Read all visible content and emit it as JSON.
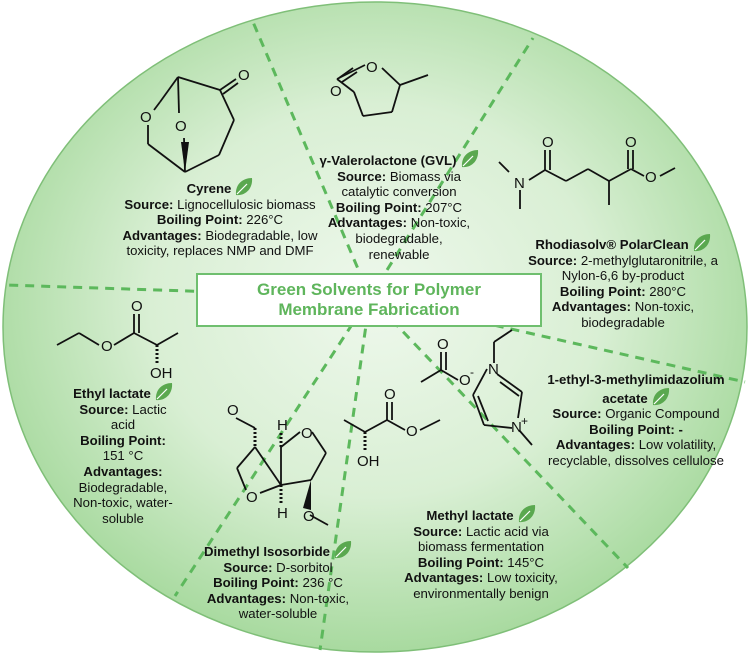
{
  "colors": {
    "fill_edge": "#a6d99d",
    "fill_center": "#eef8ec",
    "divider": "#5cb85c",
    "leaf": "#5aa84f",
    "title": "#5fb55c"
  },
  "title": {
    "line1": "Green Solvents for Polymer",
    "line2": "Membrane Fabrication"
  },
  "solvents": {
    "cyrene": {
      "name": "Cyrene",
      "source_label": "Source:",
      "source": "Lignocellulosic biomass",
      "bp_label": "Boiling Point:",
      "bp": "226°C",
      "adv_label": "Advantages:",
      "adv_1": "Biodegradable, low",
      "adv_2": "toxicity, replaces NMP and DMF",
      "icon": "leaf-icon"
    },
    "gvl": {
      "name": "γ-Valerolactone (GVL)",
      "source_label": "Source:",
      "source_1": "Biomass via",
      "source_2": "catalytic conversion",
      "bp_label": "Boiling Point:",
      "bp": "207°C",
      "adv_label": "Advantages:",
      "adv_1": "Non-toxic,",
      "adv_2": "biodegradable,",
      "adv_3": "renewable",
      "icon": "leaf-icon"
    },
    "polarclean": {
      "name": "Rhodiasolv® PolarClean",
      "source_label": "Source:",
      "source_1": "2-methylglutaronitrile, a",
      "source_2": "Nylon-6,6 by-product",
      "bp_label": "Boiling Point:",
      "bp": "280°C",
      "adv_label": "Advantages:",
      "adv_1": "Non-toxic,",
      "adv_2": "biodegradable",
      "icon": "leaf-icon"
    },
    "emim": {
      "name_1": "1-ethyl-3-methylimidazolium",
      "name_2": "acetate",
      "source_label": "Source:",
      "source": "Organic Compound",
      "bp_label": "Boiling Point:",
      "bp": "-",
      "adv_label": "Advantages:",
      "adv_1": "Low volatility,",
      "adv_2": "recyclable, dissolves cellulose",
      "icon": "leaf-icon"
    },
    "ethyl_lactate": {
      "name": "Ethyl lactate",
      "source_label": "Source:",
      "source_1": "Lactic",
      "source_2": "acid",
      "bp_label": "Boiling Point:",
      "bp": "151 °C",
      "adv_label": "Advantages:",
      "adv_1": "Biodegradable,",
      "adv_2": "Non-toxic, water-",
      "adv_3": "soluble",
      "icon": "leaf-icon"
    },
    "dmi": {
      "name": "Dimethyl Isosorbide",
      "source_label": "Source:",
      "source": "D-sorbitol",
      "bp_label": "Boiling Point:",
      "bp": "236 °C",
      "adv_label": "Advantages:",
      "adv_1": "Non-toxic,",
      "adv_2": "water-soluble",
      "icon": "leaf-icon"
    },
    "methyl_lactate": {
      "name": "Methyl lactate",
      "source_label": "Source:",
      "source_1": "Lactic acid via",
      "source_2": "biomass fermentation",
      "bp_label": "Boiling Point:",
      "bp": "145°C",
      "adv_label": "Advantages:",
      "adv_1": "Low toxicity,",
      "adv_2": "environmentally benign",
      "icon": "leaf-icon"
    }
  },
  "atoms": {
    "O": "O",
    "N": "N",
    "H": "H",
    "OH": "OH",
    "O_minus": "O",
    "minus": "-",
    "plus": "+"
  }
}
